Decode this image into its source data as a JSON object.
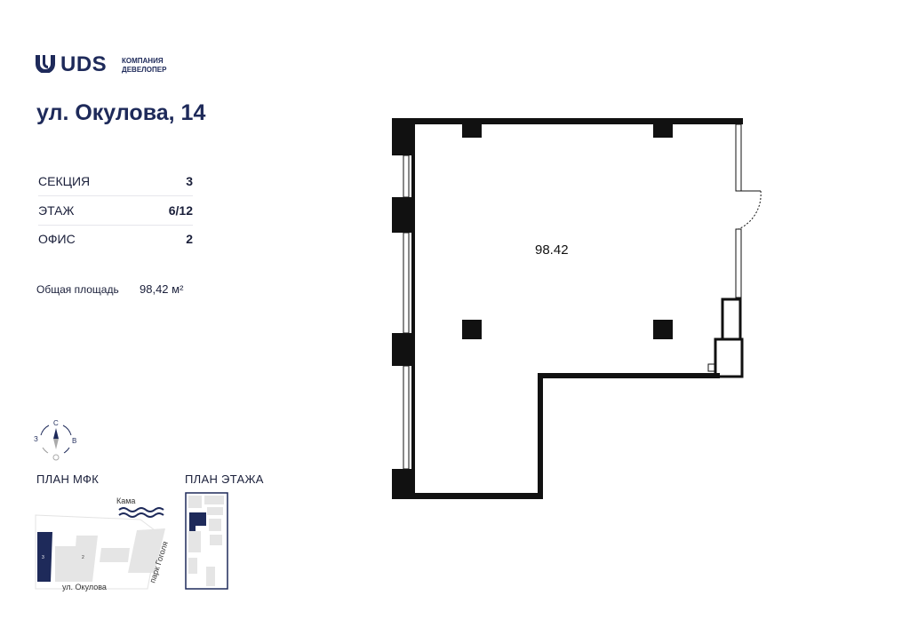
{
  "brand": {
    "name": "UDS",
    "subtitle_line1": "КОМПАНИЯ",
    "subtitle_line2": "ДЕВЕЛОПЕР",
    "color": "#1e2a5a"
  },
  "address": "ул. Окулова, 14",
  "details": [
    {
      "label": "СЕКЦИЯ",
      "value": "3"
    },
    {
      "label": "ЭТАЖ",
      "value": "6/12"
    },
    {
      "label": "ОФИС",
      "value": "2"
    }
  ],
  "total_area": {
    "label": "Общая площадь",
    "value": "98,42 м²"
  },
  "compass": {
    "north": "С",
    "west": "З",
    "east": "В"
  },
  "mfk_plan": {
    "title": "ПЛАН МФК",
    "river": "Кама",
    "street": "ул. Окулова",
    "park": "парк Гоголя",
    "section_active": "3",
    "section_other": "2"
  },
  "floor_plan_mini": {
    "title": "ПЛАН ЭТАЖА"
  },
  "floor_plan": {
    "room_area": "98.42"
  }
}
